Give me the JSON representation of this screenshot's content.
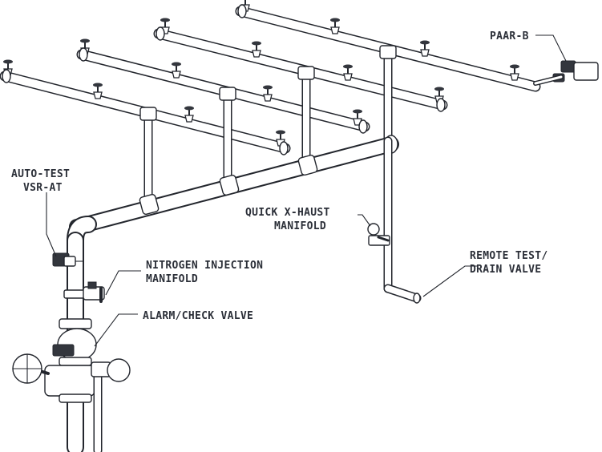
{
  "callouts": {
    "paar": {
      "line1": "PAAR-B"
    },
    "auto_test": {
      "line1": "AUTO-TEST",
      "line2": "VSR-AT"
    },
    "nitrogen": {
      "line1": "NITROGEN INJECTION",
      "line2": "MANIFOLD"
    },
    "alarm": {
      "line1": "ALARM/CHECK VALVE"
    },
    "quick_haust": {
      "line1": "QUICK X-HAUST",
      "line2": "MANIFOLD"
    },
    "remote_test": {
      "line1": "REMOTE TEST/",
      "line2": "DRAIN VALVE"
    }
  },
  "colors": {
    "line": "#23262d",
    "label": "#2b2f38",
    "background": "#ffffff"
  }
}
